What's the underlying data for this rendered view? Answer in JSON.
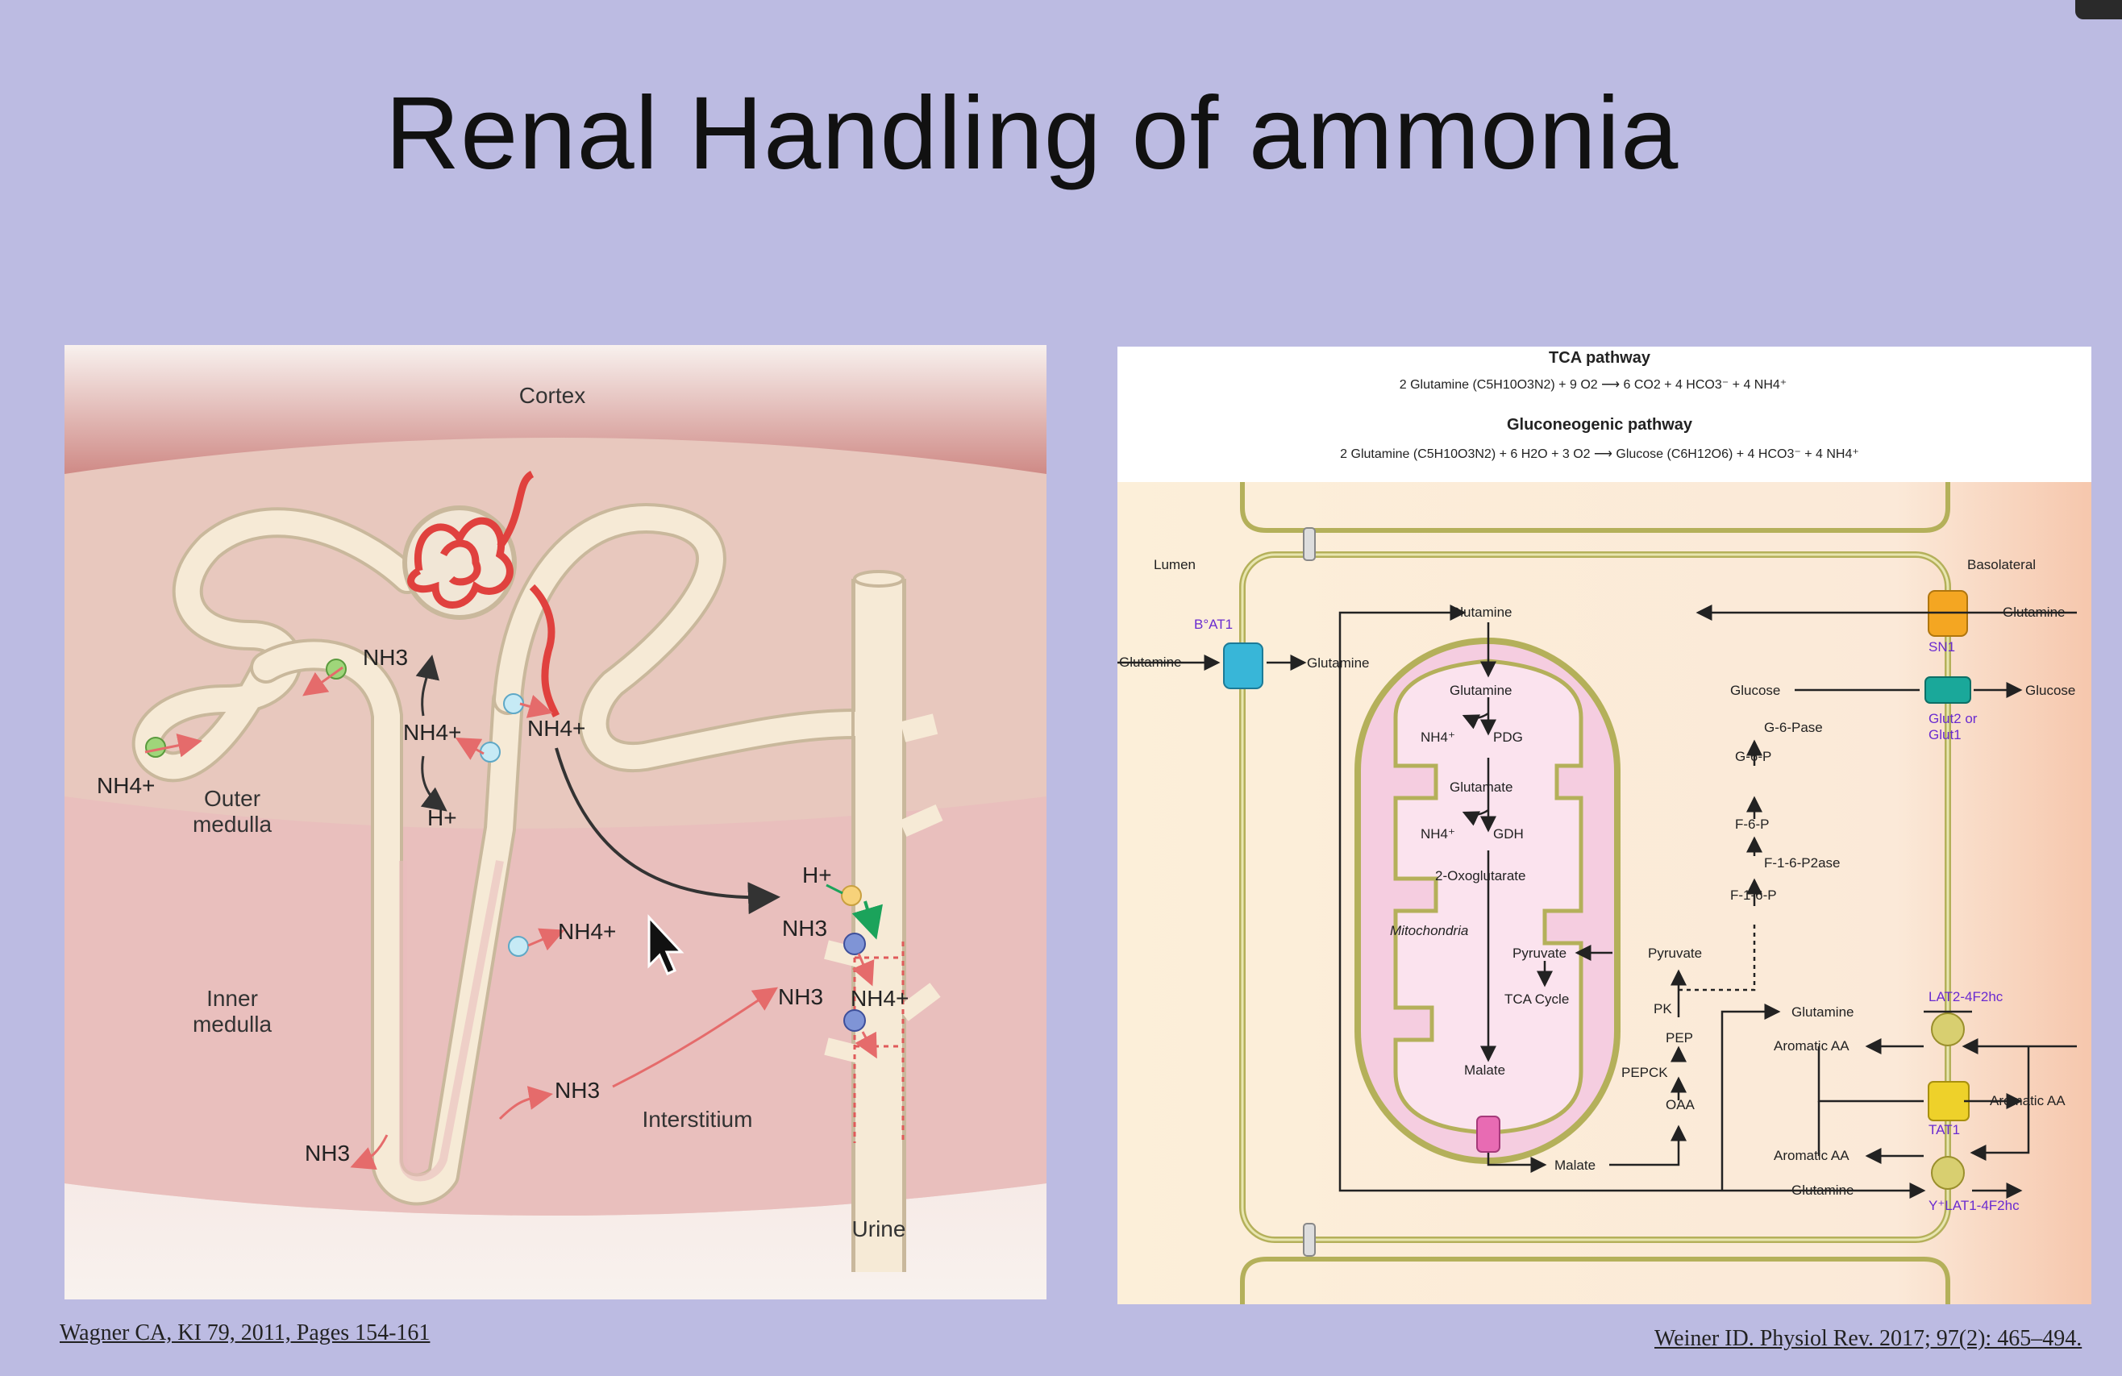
{
  "slide": {
    "title": "Renal Handling of ammonia",
    "citation_left": "Wagner CA, KI 79, 2011, Pages 154-161",
    "citation_right": "Weiner ID. Physiol Rev. 2017; 97(2): 465–494."
  },
  "left_figure": {
    "regions": {
      "cortex": "Cortex",
      "outer_medulla": "Outer\nmedulla",
      "inner_medulla": "Inner\nmedulla",
      "interstitium": "Interstitium",
      "urine": "Urine"
    },
    "labels": {
      "nh4_a": "NH4+",
      "nh3_a": "NH3",
      "nh4_b": "NH4+",
      "h_a": "H+",
      "nh4_c": "NH4+",
      "nh4_d": "NH4+",
      "h_b": "H+",
      "nh3_b": "NH3",
      "nh3_c": "NH3",
      "nh4_e": "NH4+",
      "nh3_d": "NH3",
      "nh3_e": "NH3"
    }
  },
  "right_figure": {
    "header": {
      "tca_title": "TCA pathway",
      "tca_eq": "2 Glutamine (C5H10O3N2) + 9 O2 ⟶ 6 CO2 + 4 HCO3⁻ + 4 NH4⁺",
      "gluco_title": "Gluconeogenic pathway",
      "gluco_eq": "2 Glutamine (C5H10O3N2) + 6 H2O + 3 O2 ⟶ Glucose (C6H12O6) + 4 HCO3⁻ + 4 NH4⁺"
    },
    "labels": {
      "lumen": "Lumen",
      "basolateral": "Basolateral",
      "bat1": "B°AT1",
      "glutamine_lumen": "Glutamine",
      "glutamine_after_bat1": "Glutamine",
      "glutamine_top": "Glutamine",
      "glutamine_baso": "Glutamine",
      "sn1": "SN1",
      "mito_glutamine": "Glutamine",
      "nh4_pdg": "NH4⁺",
      "pdg": "PDG",
      "glutamate": "Glutamate",
      "nh4_gdh": "NH4⁺",
      "gdh": "GDH",
      "oxoglutarate": "2-Oxoglutarate",
      "mitochondria": "Mitochondria",
      "pyruvate_in": "Pyruvate",
      "tca_cycle": "TCA Cycle",
      "malate_in": "Malate",
      "malate_out": "Malate",
      "pyruvate_out": "Pyruvate",
      "pk": "PK",
      "pep": "PEP",
      "pepck": "PEPCK",
      "oaa": "OAA",
      "glucose_in": "Glucose",
      "g6pase": "G-6-Pase",
      "g6p": "G-6-P",
      "f6p": "F-6-P",
      "f16p2ase": "F-1-6-P2ase",
      "f16p": "F-1-6-P",
      "glucose_out": "Glucose",
      "glut": "Glut2 or\nGlut1",
      "lat2": "LAT2-4F2hc",
      "glutamine_lat2": "Glutamine",
      "aromatic_aa_1": "Aromatic AA",
      "aromatic_aa_out": "Aromatic AA",
      "tat1": "TAT1",
      "aromatic_aa_2": "Aromatic AA",
      "glutamine_ylat": "Glutamine",
      "ylat1": "Y⁺LAT1-4F2hc"
    }
  },
  "colors": {
    "background": "#bcbbe2",
    "tubule": "#f3e6d2",
    "glomerulus": "#e0413e",
    "arrow_red": "#e56b6b",
    "purple_label": "#6a2bd0",
    "mito_fill": "#f5cde0"
  }
}
